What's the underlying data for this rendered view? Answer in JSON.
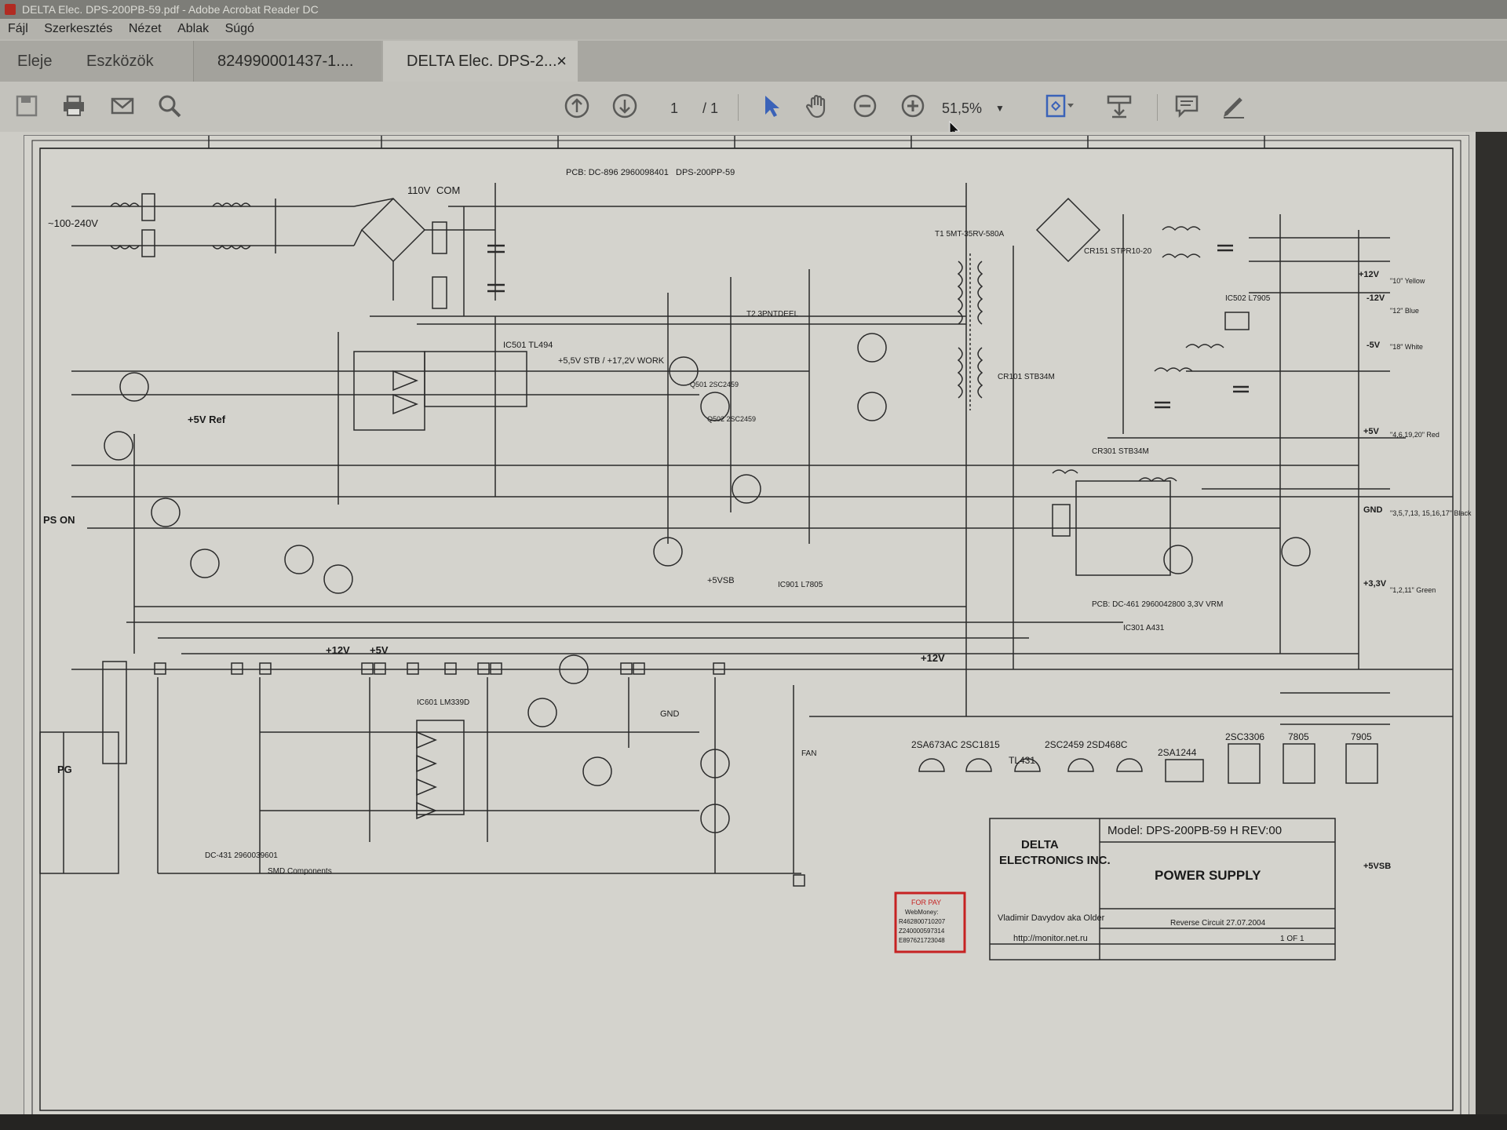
{
  "window": {
    "title": "DELTA Elec. DPS-200PB-59.pdf - Adobe Acrobat Reader DC"
  },
  "menu": {
    "items": [
      "Fájl",
      "Szerkesztés",
      "Nézet",
      "Ablak",
      "Súgó"
    ]
  },
  "tabs": {
    "home": "Eleje",
    "tools": "Eszközök",
    "doc1": "824990001437-1....",
    "doc2": "DELTA Elec. DPS-2...",
    "close": "×"
  },
  "toolbar": {
    "page_current": "1",
    "page_total": "/ 1",
    "zoom": "51,5%"
  },
  "schematic": {
    "pcb_top": "PCB: DC-896 2960098401",
    "model_top": "DPS-200PP-59",
    "mains": "~100-240V",
    "v110": "110V",
    "com": "COM",
    "ps_on": "PS ON",
    "pg": "PG",
    "ref5v": "+5V Ref",
    "stb": "+5,5V STB / +17,2V WORK",
    "v12a": "+12V",
    "v5a": "+5V",
    "gnd": "GND",
    "v5sb": "+5VSB",
    "v12c": "+12V",
    "out_12v": "+12V",
    "out_m12v": "-12V",
    "out_m5v": "-5V",
    "out_5v": "+5V",
    "out_gnd": "GND",
    "out_33v": "+3,3V",
    "out_5vsb": "+5VSB",
    "yellow": "\"10\" Yellow",
    "blue": "\"12\" Blue",
    "white": "\"18\" White",
    "red": "\"4,6,19,20\" Red",
    "black": "\"3,5,7,13, 15,16,17\" Black",
    "green": "\"1,2,11\" Green",
    "ic501": "IC501 TL494",
    "q501": "Q501 2SC2459",
    "q502": "Q502 2SC2459",
    "t1": "T1 5MT-35RV-580A",
    "t2": "T2 3PNTDEEL",
    "cr151": "CR151 STPR10-20",
    "cr101": "CR101 STB34M",
    "cr301": "CR301 STB34M",
    "ic502": "IC502 L7905",
    "ic901": "IC901 L7805",
    "ic301": "IC301 A431",
    "ic601": "IC601 LM339D",
    "pcb_431": "DC-431 2960039601",
    "pcb_461": "PCB: DC-461 2960042800 3,3V VRM",
    "smd": "SMD Components",
    "fan": "FAN",
    "pinout1": "2SA673AC 2SC1815",
    "pinout2": "2SC2459 2SD468C",
    "pinout3": "2SC3306",
    "pinout4": "7805",
    "pinout5": "7905",
    "tl431": "TL431",
    "sa1244": "2SA1244",
    "company1": "DELTA",
    "company2": "ELECTRONICS INC.",
    "model": "Model: DPS-200PB-59 H REV:00",
    "title": "POWER SUPPLY",
    "author": "Vladimir Davydov aka Older",
    "url": "http://monitor.net.ru",
    "revdate": "Reverse Circuit 27.07.2004",
    "sheet": "1 OF 1",
    "forpay1": "FOR PAY",
    "forpay2": "WebMoney:",
    "forpay3": "R462800710207",
    "forpay4": "Z240000597314",
    "forpay5": "E897621723048"
  }
}
